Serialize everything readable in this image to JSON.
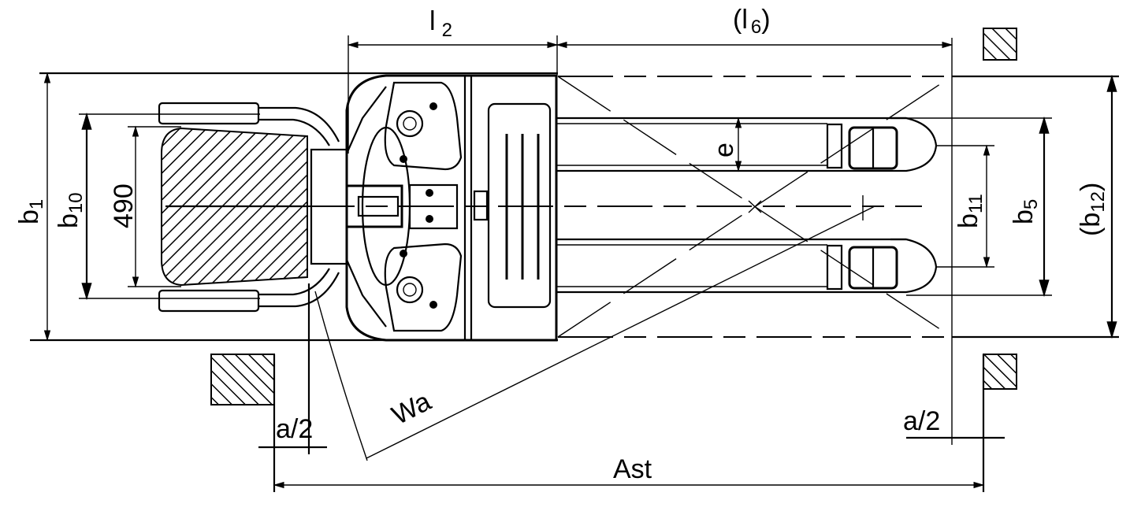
{
  "drawing": {
    "title": "Pallet truck top view - aisle dimension drawing",
    "labels": {
      "l2": {
        "main": "l",
        "sub": "2"
      },
      "l6": {
        "main": "(l",
        "sub": "6",
        "close": ")"
      },
      "b1": {
        "main": "b",
        "sub": "1"
      },
      "b10": {
        "main": "b",
        "sub": "10"
      },
      "seat_width": "490",
      "e": "e",
      "b11": {
        "main": "b",
        "sub": "11"
      },
      "b5": {
        "main": "b",
        "sub": "5"
      },
      "b12": {
        "open": "(",
        "main": "b",
        "sub": "12",
        "close": ")"
      },
      "wa": "Wa",
      "a_half_left": "a/2",
      "a_half_right": "a/2",
      "ast": "Ast"
    },
    "colors": {
      "line": "#000000",
      "background": "#ffffff"
    }
  }
}
